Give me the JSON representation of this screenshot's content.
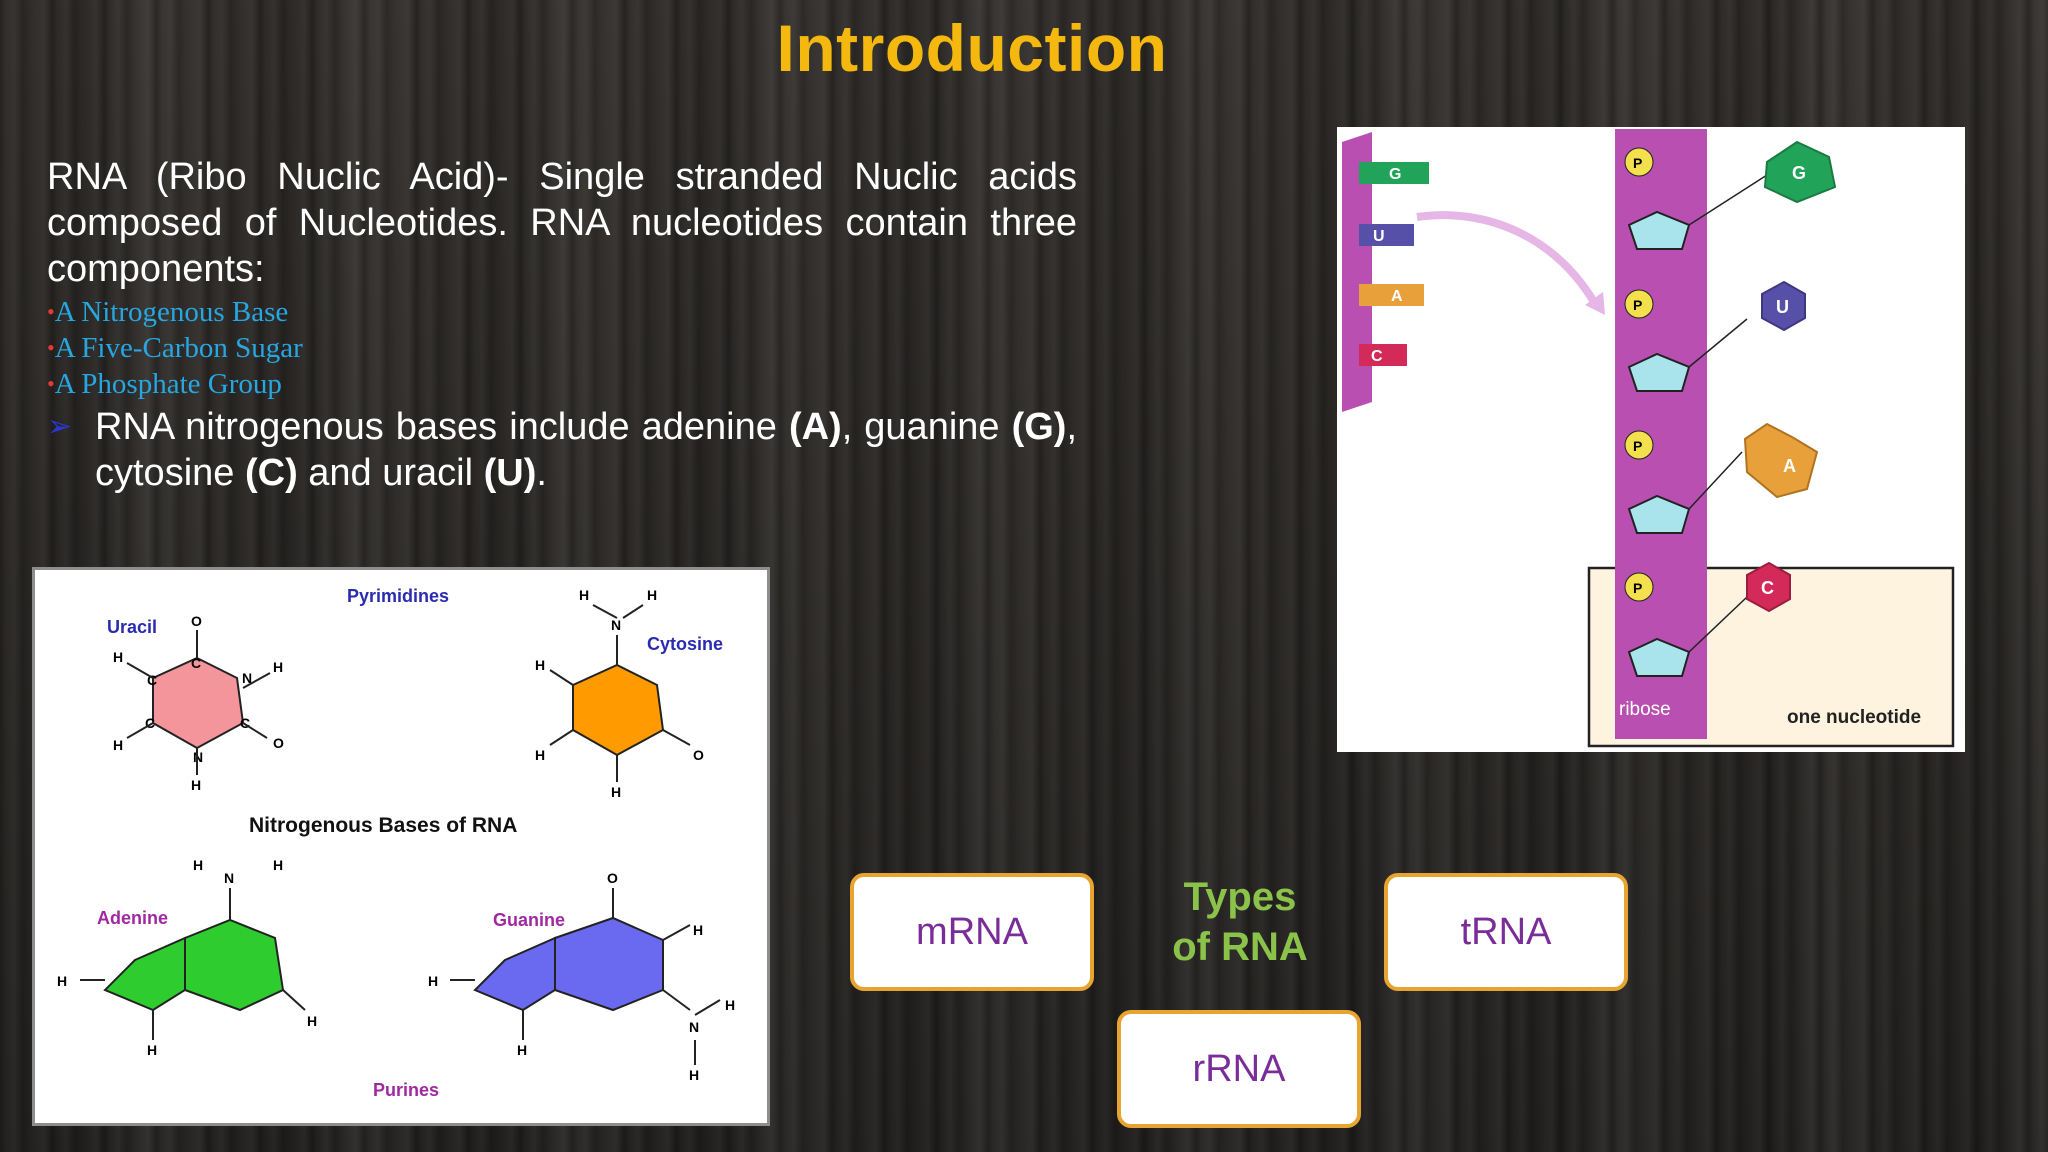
{
  "title": "Introduction",
  "intro": "RNA (Ribo Nuclic Acid)- Single stranded Nuclic acids composed of Nucleotides. RNA nucleotides contain three components:",
  "components": [
    "A Nitrogenous Base",
    "A Five-Carbon Sugar",
    "A Phosphate Group"
  ],
  "bases_sentence": {
    "bullet": "➢",
    "t1": "RNA nitrogenous bases include adenine ",
    "b1": "(A)",
    "t2": ", guanine ",
    "b2": "(G)",
    "t3": ", cytosine ",
    "b3": "(C)",
    "t4": " and uracil ",
    "b4": "(U)",
    "t5": "."
  },
  "bases_figure": {
    "title": "Nitrogenous Bases of RNA",
    "pyrimidines": "Pyrimidines",
    "purines": "Purines",
    "uracil": "Uracil",
    "cytosine": "Cytosine",
    "adenine": "Adenine",
    "guanine": "Guanine",
    "colors": {
      "uracil": "#f4959b",
      "cytosine": "#ff9a00",
      "adenine": "#2ecc2e",
      "guanine": "#6a6af0"
    }
  },
  "nucleotide_figure": {
    "strand_letters": [
      "G",
      "U",
      "A",
      "C"
    ],
    "phosphate": "P",
    "base_letters": [
      "G",
      "U",
      "A",
      "C"
    ],
    "ribose_label": "ribose",
    "one_nucleotide_label": "one nucleotide",
    "colors": {
      "G": "#22a35a",
      "U": "#5750a8",
      "A": "#e8a03a",
      "C": "#d42a5a",
      "backbone": "#b94fb0"
    }
  },
  "types": {
    "label_line1": "Types",
    "label_line2": "of RNA",
    "mrna": "mRNA",
    "trna": "tRNA",
    "rrna": "rRNA"
  }
}
